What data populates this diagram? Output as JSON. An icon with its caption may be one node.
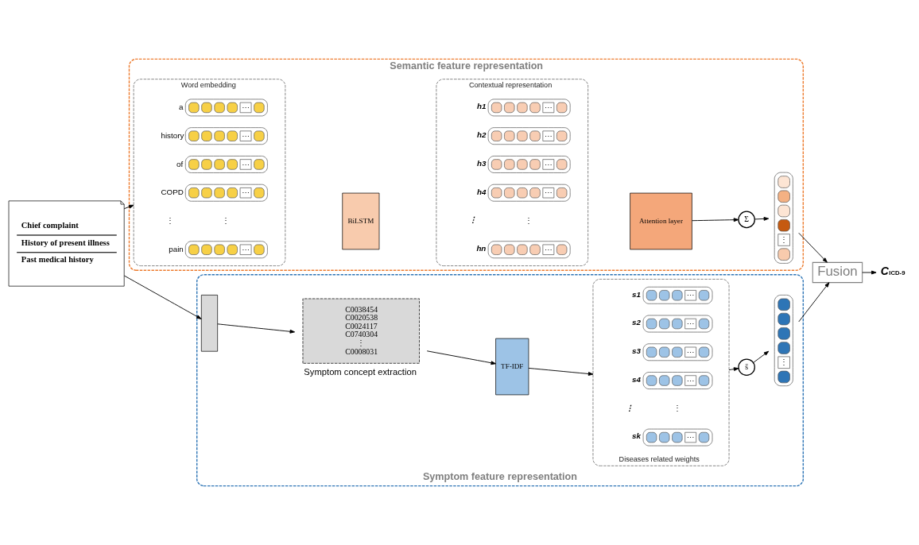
{
  "diagram": {
    "nodes": [
      {
        "text": [
          "Chief complaint",
          "History of present illness",
          "Past medical history"
        ]
      },
      {
        "text": [
          "Semantic feature representation"
        ]
      },
      {
        "text": [
          "Word embedding"
        ],
        "in": 1
      },
      {
        "text": [
          "a",
          "···"
        ],
        "in": 2
      },
      {
        "text": [
          "history",
          "···"
        ],
        "in": 2
      },
      {
        "text": [
          "of",
          "···"
        ],
        "in": 2
      },
      {
        "text": [
          "COPD",
          "···"
        ],
        "in": 2
      },
      {
        "text": [
          "⋮",
          "⋮"
        ],
        "in": 2
      },
      {
        "text": [
          "pain",
          "···"
        ],
        "in": 2
      },
      {
        "text": [
          "BiLSTM"
        ],
        "in": 1
      },
      {
        "text": [
          "Contextual representation"
        ],
        "in": 1
      },
      {
        "text": [
          "h1",
          "···"
        ],
        "in": 10
      },
      {
        "text": [
          "h2",
          "···"
        ],
        "in": 10
      },
      {
        "text": [
          "h3",
          "···"
        ],
        "in": 10
      },
      {
        "text": [
          "h4",
          "···"
        ],
        "in": 10
      },
      {
        "text": [
          "⋮",
          "⋮"
        ],
        "in": 10
      },
      {
        "text": [
          "hn",
          "···"
        ],
        "in": 10
      },
      {
        "text": [
          "Attention layer"
        ],
        "in": 1
      },
      {
        "text": [
          "Σ"
        ],
        "in": 1
      },
      {
        "text": [
          "⋮"
        ],
        "in": 1
      },
      {
        "text": [
          "Symptom feature representation"
        ]
      },
      {
        "text": [],
        "shape": "box",
        "in": 20
      },
      {
        "text": [
          "C0038454 C0020538 C0024117 C0740304 ⋮ C0008031"
        ],
        "beside": [
          "Symptom concept extraction"
        ],
        "in": 20
      },
      {
        "text": [
          "TF-IDF"
        ],
        "in": 20
      },
      {
        "text": [
          "Diseases related weights"
        ],
        "in": 20
      },
      {
        "text": [
          "s1",
          "···"
        ],
        "in": 24
      },
      {
        "text": [
          "s2",
          "···"
        ],
        "in": 24
      },
      {
        "text": [
          "s3",
          "···"
        ],
        "in": 24
      },
      {
        "text": [
          "s4",
          "···"
        ],
        "in": 24
      },
      {
        "text": [
          "⋮",
          "⋮"
        ],
        "in": 24
      },
      {
        "text": [
          "sk",
          "···"
        ],
        "in": 24
      },
      {
        "text": [
          "s̄"
        ],
        "in": 20
      },
      {
        "text": [
          "⋮"
        ],
        "in": 20
      },
      {
        "text": [
          "Fusion"
        ]
      },
      {
        "text": [
          "CICD-9"
        ]
      }
    ],
    "edges": [
      {
        "from": 0,
        "to": 2,
        "arrow": "to"
      },
      {
        "from": 0,
        "to": 21,
        "arrow": "to"
      },
      {
        "from": 17,
        "to": 18,
        "arrow": "to"
      },
      {
        "from": 18,
        "to": 19,
        "arrow": "to"
      },
      {
        "from": 19,
        "to": 33,
        "arrow": "to"
      },
      {
        "from": 21,
        "to": 22,
        "arrow": "to"
      },
      {
        "from": 22,
        "to": 23,
        "arrow": "to"
      },
      {
        "from": 23,
        "to": 24,
        "arrow": "to"
      },
      {
        "from": 24,
        "to": 31,
        "arrow": "to"
      },
      {
        "from": 31,
        "to": 32,
        "arrow": "to"
      },
      {
        "from": 32,
        "to": 33,
        "arrow": "to"
      },
      {
        "from": 33,
        "to": 34,
        "arrow": "to"
      }
    ]
  }
}
